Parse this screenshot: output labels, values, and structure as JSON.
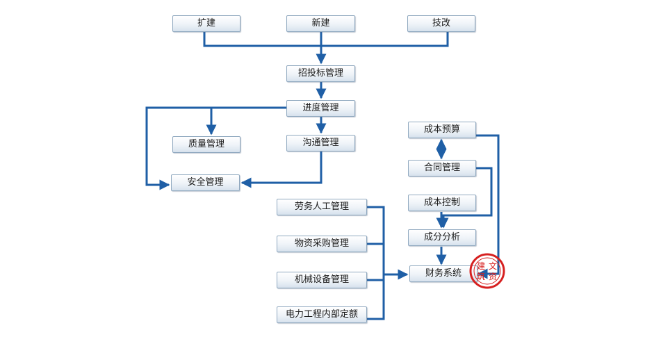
{
  "nodes": {
    "kuojian": "扩建",
    "xinjian": "新建",
    "jigai": "技改",
    "zhaotoubiao": "招投标管理",
    "jindu": "进度管理",
    "zhiliang": "质量管理",
    "goutong": "沟通管理",
    "anquan": "安全管理",
    "laowu": "劳务人工管理",
    "wuzi": "物资采购管理",
    "jixie": "机械设备管理",
    "dingE": "电力工程内部定额",
    "yusuan": "成本预算",
    "hetong": "合同管理",
    "kongzhi": "成本控制",
    "fenxi": "成分分析",
    "caiwu": "财务系统"
  },
  "stamp": {
    "text": "建文筑资",
    "color": "#d62020"
  },
  "colors": {
    "line": "#1f5fa6",
    "node_border": "#8fa8bf"
  }
}
